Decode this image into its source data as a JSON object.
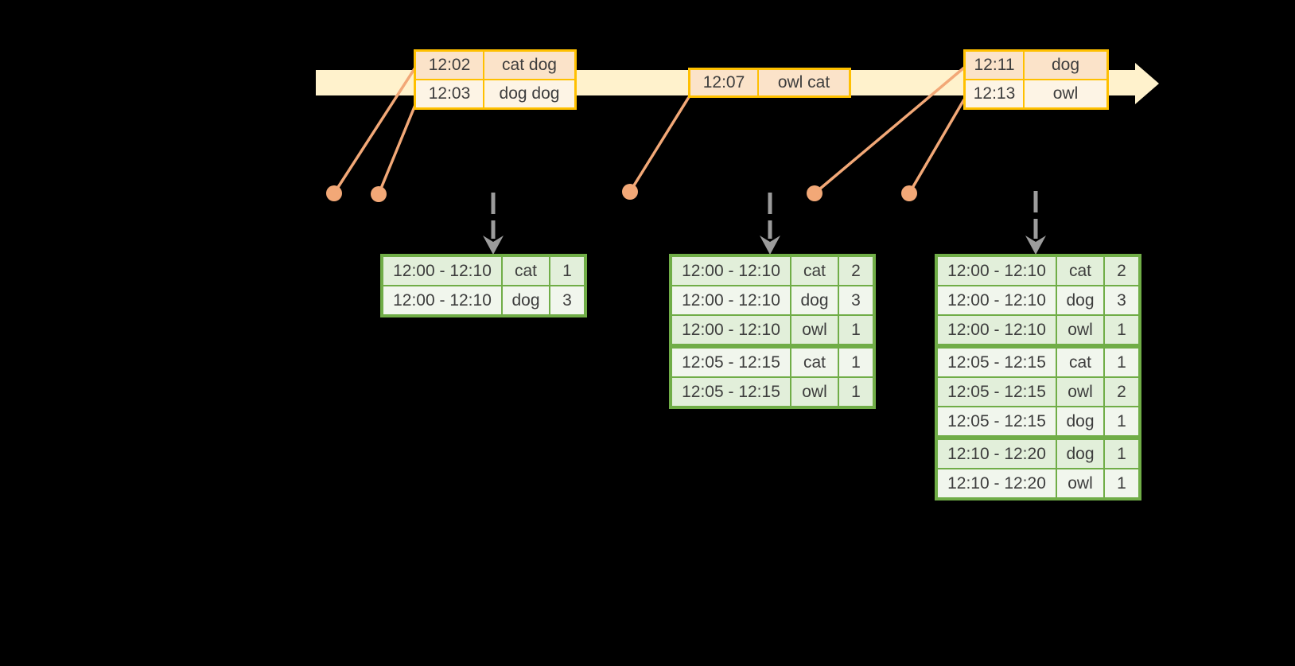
{
  "colors": {
    "background": "#000000",
    "timeline_band": "#FFF2CC",
    "event_border": "#FFC000",
    "event_row_dark": "#FBE3C9",
    "event_row_light": "#FDF4E5",
    "marker_orange": "#F2A877",
    "trigger_gray": "#9C9C9C",
    "result_border": "#70AD47",
    "result_row_dark": "#E2EFDA",
    "result_row_light": "#F1F6ED",
    "text": "#3D3D3D"
  },
  "event_boxes": [
    {
      "rows": [
        {
          "time": "12:02",
          "words": "cat dog"
        },
        {
          "time": "12:03",
          "words": "dog dog"
        }
      ]
    },
    {
      "rows": [
        {
          "time": "12:07",
          "words": "owl cat"
        }
      ]
    },
    {
      "rows": [
        {
          "time": "12:11",
          "words": "dog"
        },
        {
          "time": "12:13",
          "words": "owl"
        }
      ]
    }
  ],
  "result_tables": [
    {
      "rows": [
        {
          "window": "12:00 - 12:10",
          "word": "cat",
          "count": "1"
        },
        {
          "window": "12:00 - 12:10",
          "word": "dog",
          "count": "3"
        }
      ]
    },
    {
      "rows": [
        {
          "window": "12:00 - 12:10",
          "word": "cat",
          "count": "2"
        },
        {
          "window": "12:00 - 12:10",
          "word": "dog",
          "count": "3"
        },
        {
          "window": "12:00 - 12:10",
          "word": "owl",
          "count": "1"
        },
        {
          "window": "12:05 - 12:15",
          "word": "cat",
          "count": "1"
        },
        {
          "window": "12:05 - 12:15",
          "word": "owl",
          "count": "1"
        }
      ]
    },
    {
      "rows": [
        {
          "window": "12:00 - 12:10",
          "word": "cat",
          "count": "2"
        },
        {
          "window": "12:00 - 12:10",
          "word": "dog",
          "count": "3"
        },
        {
          "window": "12:00 - 12:10",
          "word": "owl",
          "count": "1"
        },
        {
          "window": "12:05 - 12:15",
          "word": "cat",
          "count": "1"
        },
        {
          "window": "12:05 - 12:15",
          "word": "owl",
          "count": "2"
        },
        {
          "window": "12:05 - 12:15",
          "word": "dog",
          "count": "1"
        },
        {
          "window": "12:10 - 12:20",
          "word": "dog",
          "count": "1"
        },
        {
          "window": "12:10 - 12:20",
          "word": "owl",
          "count": "1"
        }
      ]
    }
  ]
}
